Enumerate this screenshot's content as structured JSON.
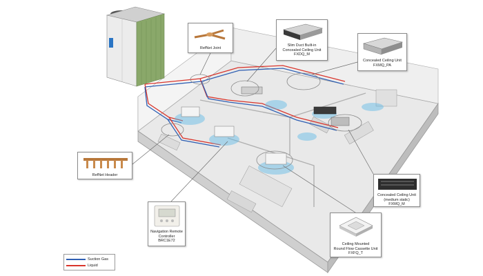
{
  "colors": {
    "suction_gas": "#2f5fb3",
    "liquid": "#d9342b",
    "building": "#dadada",
    "outdoor_body": "#e3e3e3",
    "outdoor_coil": "#8aa86a",
    "airflow": "#5ab8e6"
  },
  "callouts": {
    "refnet_joint": {
      "lines": [
        "RefNet Joint"
      ]
    },
    "slim_duct": {
      "lines": [
        "Slim Duct Built-in",
        "Concealed Ceiling Unit",
        "FXDQ_M"
      ]
    },
    "concealed_fxmq_pa": {
      "lines": [
        "Concealed Ceiling Unit",
        "FXMQ_PA"
      ]
    },
    "refnet_header": {
      "lines": [
        "RefNet Header"
      ]
    },
    "concealed_fxmq_m": {
      "lines": [
        "Concealed Ceiling Unit",
        "(medium static)",
        "FXMQ_M"
      ]
    },
    "navigation_remote": {
      "lines": [
        "Navigation Remote",
        "Controller",
        "BRC1E72"
      ]
    },
    "cassette": {
      "lines": [
        "Ceiling Mounted",
        "Round Flow Cassette Unit",
        "FXFQ_T"
      ]
    }
  },
  "legend": {
    "suction_gas": "Suction Gas",
    "liquid": "Liquid"
  },
  "icons": {
    "outdoor": "vrv-outdoor-unit-icon",
    "joint": "refnet-joint-icon",
    "header": "refnet-header-icon",
    "duct": "ducted-unit-icon",
    "remote": "remote-controller-icon",
    "cassette": "cassette-unit-icon"
  }
}
